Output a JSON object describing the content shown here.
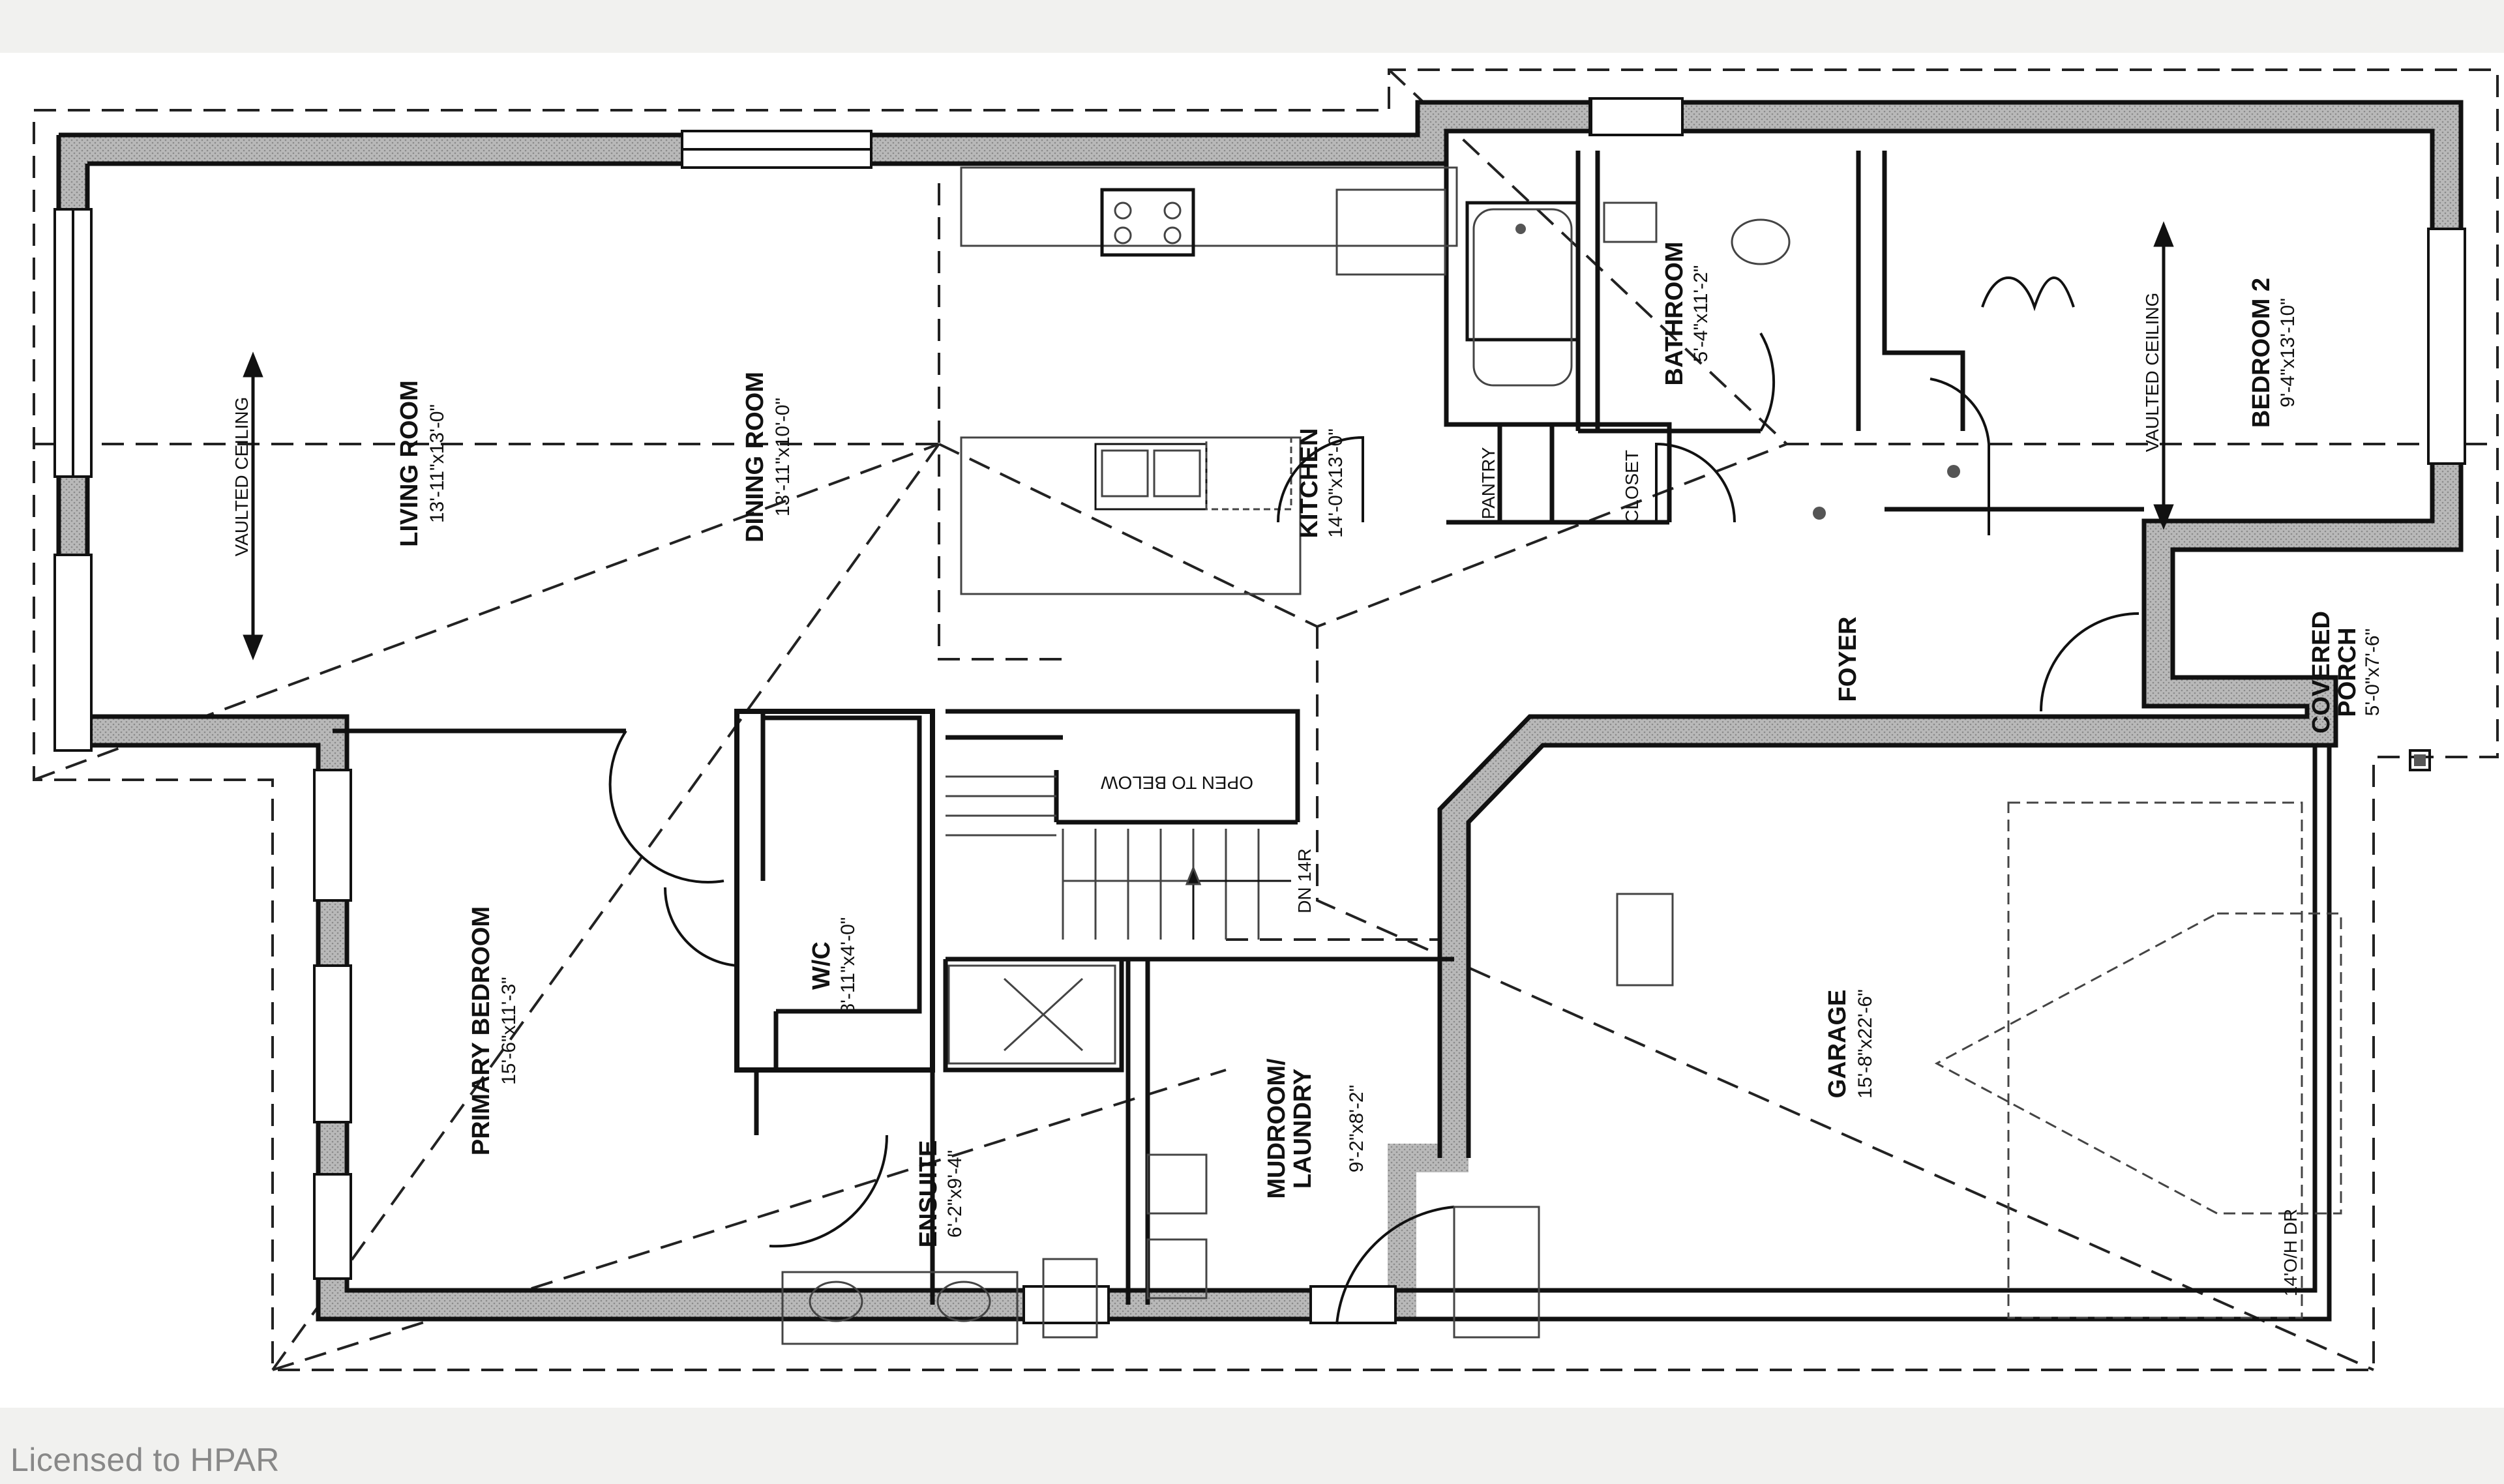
{
  "license_text": "Licensed to HPAR",
  "rooms": {
    "living_room": {
      "name": "LIVING ROOM",
      "dims": "13'-11\"x13'-0\""
    },
    "dining_room": {
      "name": "DINING ROOM",
      "dims": "13'-11\"x10'-0\""
    },
    "kitchen": {
      "name": "KITCHEN",
      "dims": "14'-0\"x13'-0\""
    },
    "bathroom": {
      "name": "BATHROOM",
      "dims": "5'-4\"x11'-2\""
    },
    "bedroom_2": {
      "name": "BEDROOM 2",
      "dims": "9'-4\"x13'-10\""
    },
    "pantry": {
      "name": "PANTRY"
    },
    "closet": {
      "name": "CLOSET"
    },
    "foyer": {
      "name": "FOYER"
    },
    "covered_porch": {
      "name": "COVERED",
      "name2": "PORCH",
      "dims": "5'-0\"x7'-6\""
    },
    "primary_bedroom": {
      "name": "PRIMARY BEDROOM",
      "dims": "15'-6\"x11'-3\""
    },
    "wic": {
      "name": "W/C",
      "dims": "8'-11\"x4'-0\""
    },
    "ensuite": {
      "name": "ENSUITE",
      "dims": "6'-2\"x9'-4\""
    },
    "mudroom": {
      "name": "MUDROOM/",
      "name2": "LAUNDRY",
      "dims": "9'-2\"x8'-2\""
    },
    "garage": {
      "name": "GARAGE",
      "dims": "15'-8\"x22'-6\""
    }
  },
  "notes": {
    "vaulted_living": "VAULTED CEILING",
    "vaulted_bedroom": "VAULTED CEILING",
    "open_to_below": "OPEN TO BELOW",
    "stair": "DN 14R",
    "garage_door": "14'O/H DR"
  }
}
